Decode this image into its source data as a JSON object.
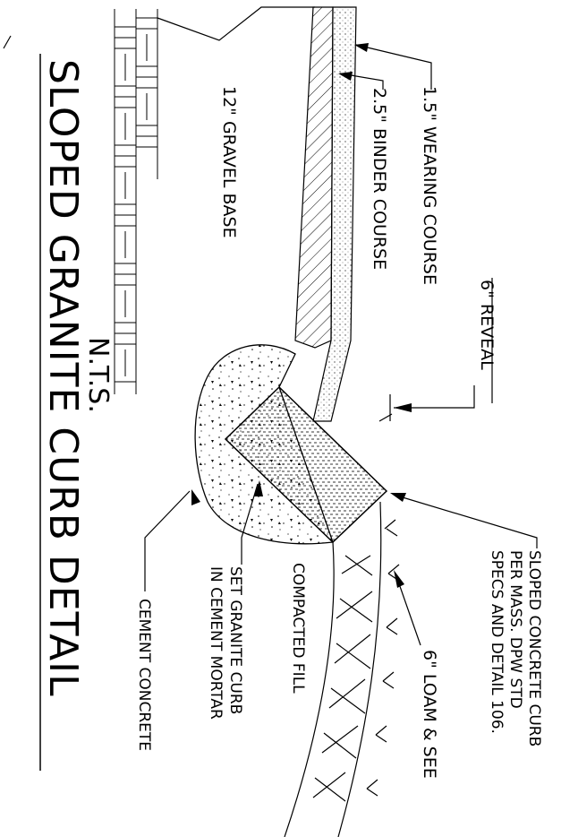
{
  "title": "SLOPED GRANITE CURB DETAIL",
  "scale_note": "N.T.S.",
  "labels": {
    "wearing": "1.5\" WEARING COURSE",
    "binder": "2.5\" BINDER COURSE",
    "gravel": "12\" GRAVEL BASE",
    "reveal": "6\" REVEAL",
    "curb_line1": "SLOPED CONCRETE CURB",
    "curb_line2": "PER MASS. DPW STD",
    "curb_line3": "SPECS AND DETAIL 106.",
    "loam": "6\" LOAM & SEE",
    "fill": "COMPACTED FILL",
    "set_line1": "SET GRANITE CURB",
    "set_line2": "IN CEMENT MORTAR",
    "cement": "CEMENT CONCRETE"
  },
  "colors": {
    "ink": "#000000",
    "paper": "#ffffff"
  }
}
